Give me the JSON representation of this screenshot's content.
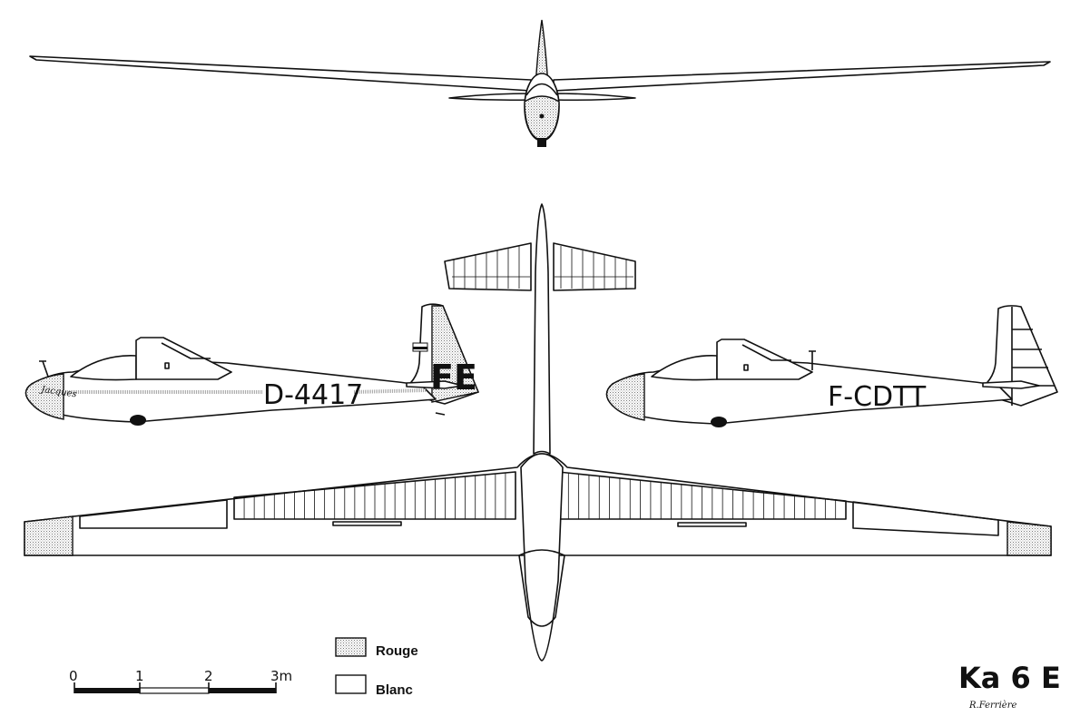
{
  "title": "Ka 6 E",
  "signature": "R.Ferrière",
  "registrations": {
    "left": "D-4417",
    "right": "F-CDTT",
    "fin_code": "FE"
  },
  "nose_name": "Jacques",
  "legend": [
    {
      "label": "Rouge",
      "color": "#c8c8c8"
    },
    {
      "label": "Blanc",
      "color": "#ffffff"
    }
  ],
  "scale": {
    "ticks": [
      "0",
      "1",
      "2",
      "3m"
    ]
  }
}
